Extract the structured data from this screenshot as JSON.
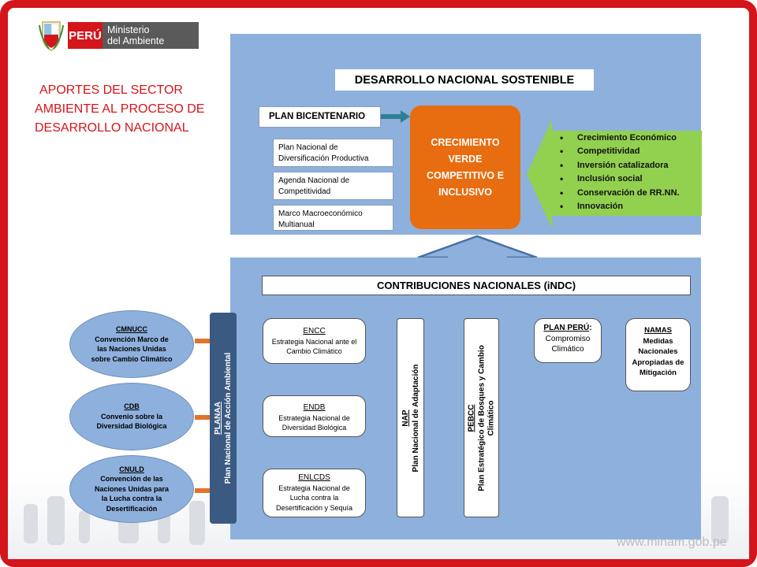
{
  "header": {
    "country": "PERÚ",
    "ministry_line1": "Ministerio",
    "ministry_line2": "del Ambiente"
  },
  "left_title": {
    "line1": "APORTES DEL SECTOR",
    "line2": "AMBIENTE AL PROCESO DE",
    "line3": "DESARROLLO NACIONAL"
  },
  "top": {
    "title": "DESARROLLO NACIONAL SOSTENIBLE",
    "plan_bicentenario": "PLAN BICENTENARIO",
    "plans": [
      "Plan Nacional de Diversificación Productiva",
      "Agenda Nacional de Competitividad",
      "Marco Macroeconómico Multianual"
    ],
    "center_box": {
      "line1": "CRECIMIENTO",
      "line2": "VERDE",
      "line3": "COMPETITIVO E",
      "line4": "INCLUSIVO"
    },
    "green_items": [
      "Crecimiento Económico",
      "Competitividad",
      "Inversión catalizadora",
      "Inclusión social",
      "Conservación de RR.NN.",
      "Innovación"
    ]
  },
  "bottom": {
    "title": "CONTRIBUCIONES NACIONALES (iNDC)",
    "conventions": [
      {
        "abbr": "CMNUCC",
        "name": "Convención Marco de las Naciones Unidas sobre Cambio Climático"
      },
      {
        "abbr": "CDB",
        "name": "Convenio sobre la Diversidad Biológica"
      },
      {
        "abbr": "CNULD",
        "name": "Convención de las Naciones Unidas para la Lucha contra la Desertificación"
      }
    ],
    "planaa": {
      "abbr": "PLANAA",
      "name": "Plan Nacional de Acción Ambiental"
    },
    "strategies": [
      {
        "abbr": "ENCC",
        "name": "Estrategia Nacional ante el Cambio Climático"
      },
      {
        "abbr": "ENDB",
        "name": "Estrategia Nacional de Diversidad Biológica"
      },
      {
        "abbr": "ENLCDS",
        "name": "Estrategia Nacional de Lucha contra la Desertificación y Sequía"
      }
    ],
    "nap": {
      "abbr": "NAP",
      "name": "Plan Nacional de Adaptación"
    },
    "pebcc": {
      "abbr": "PEBCC",
      "name": "Plan Estratégico de Bosques y Cambio Climático"
    },
    "plan_peru": {
      "abbr": "PLAN PERÚ",
      "colon": ":",
      "name": "Compromiso Climático"
    },
    "namas": {
      "abbr": "NAMAS",
      "name": "Medidas Nacionales Apropiadas de Mitigación"
    }
  },
  "footer": {
    "url": "www.minam.gob.pe"
  },
  "colors": {
    "frame": "#d4151c",
    "panel_blue": "#8eb0dd",
    "orange": "#e86d10",
    "green": "#92d050",
    "arrow_orange": "#e07428",
    "arrow_red": "#e8130f",
    "planaa_dark": "#3b5a82"
  }
}
